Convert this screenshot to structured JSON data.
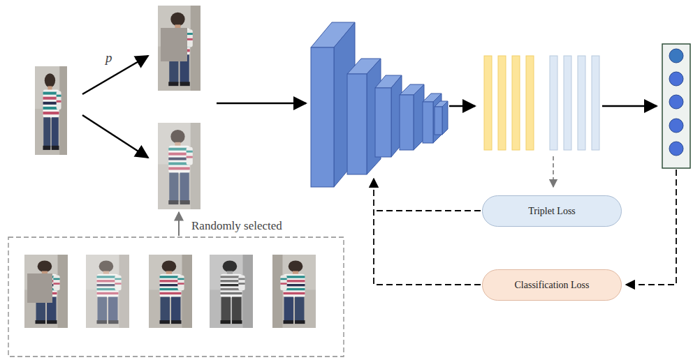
{
  "diagram": {
    "nodes": [
      {
        "text": [
          "Triplet Loss"
        ]
      },
      {
        "text": [
          "Classification Loss"
        ]
      }
    ],
    "labels": [
      "p",
      "Randomly selected"
    ]
  }
}
